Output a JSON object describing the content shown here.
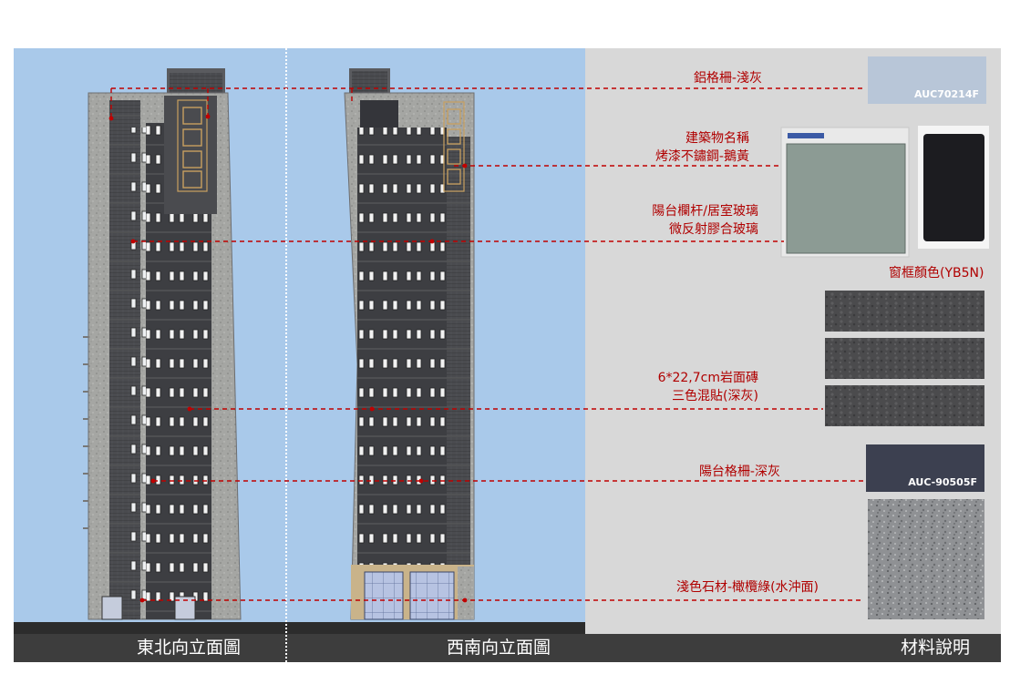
{
  "elevations": {
    "northeast_label": "東北向立面圖",
    "southwest_label": "西南向立面圖",
    "materials_label": "材料說明"
  },
  "callouts": {
    "aluminum_grille": "鋁格柵-淺灰",
    "building_name_line1": "建築物名稱",
    "building_name_line2": "烤漆不鏽鋼-鵝黃",
    "glass_line1": "陽台欄杆/居室玻璃",
    "glass_line2": "微反射膠合玻璃",
    "tile_line1": "6*22,7cm岩面磚",
    "tile_line2": "三色混貼(深灰)",
    "balcony_grille": "陽台格柵-深灰",
    "stone": "淺色石材-橄欖綠(水沖面)"
  },
  "swatches": {
    "aluminum_code": "AUC70214F",
    "balcony_code": "AUC-90505F",
    "window_frame_label": "窗框顏色(YB5N)"
  },
  "colors": {
    "sky": "#a9c9ea",
    "callout_red": "#b00000",
    "footer": "#3d3d3d",
    "aluminum_light_gray": "#b8c6d8",
    "balcony_dark_gray": "#3c4050",
    "glass_green": "#8c9b94",
    "frame_black": "#1c1c20",
    "tile_dark_gray": "#4a4a4c",
    "stone_gray": "#8f9194",
    "sign_yellow": "#c8a060"
  }
}
